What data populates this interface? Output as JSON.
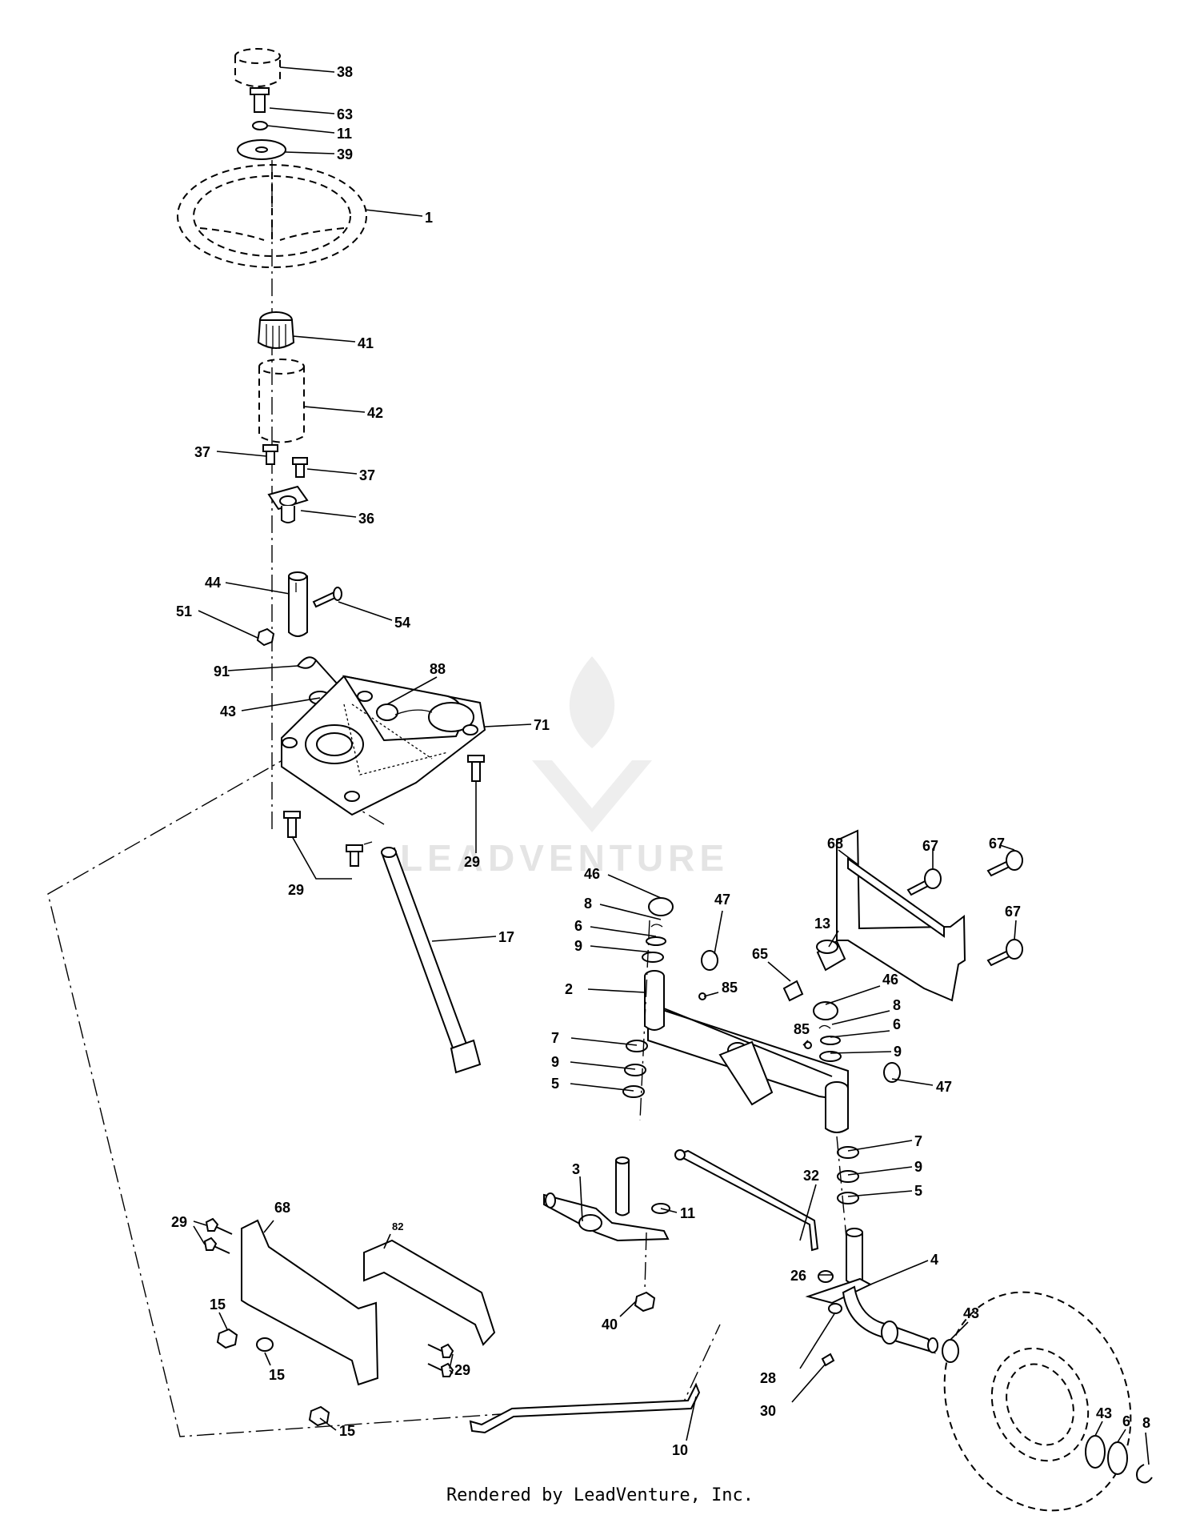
{
  "watermark": "LEADVENTURE",
  "footer": "Rendered by LeadVenture, Inc.",
  "callouts": [
    "38",
    "63",
    "11",
    "39",
    "1",
    "41",
    "42",
    "37",
    "37",
    "36",
    "44",
    "54",
    "51",
    "91",
    "88",
    "43",
    "71",
    "29",
    "29",
    "17",
    "68",
    "67",
    "67",
    "67",
    "46",
    "8",
    "47",
    "6",
    "9",
    "13",
    "65",
    "85",
    "2",
    "46",
    "8",
    "85",
    "6",
    "9",
    "7",
    "9",
    "5",
    "47",
    "7",
    "9",
    "5",
    "32",
    "3",
    "11",
    "68",
    "82",
    "29",
    "26",
    "4",
    "43",
    "15",
    "15",
    "29",
    "40",
    "10",
    "28",
    "43",
    "6",
    "8",
    "30",
    "15"
  ]
}
